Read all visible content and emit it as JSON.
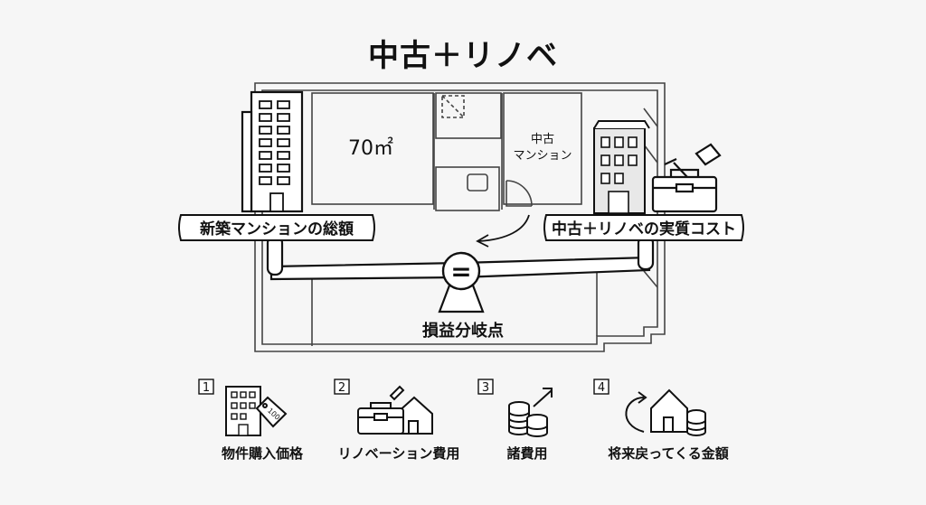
{
  "title": "中古＋リノベ",
  "floorplan": {
    "area": "70㎡",
    "building_label": [
      "中古",
      "マンション"
    ]
  },
  "scale": {
    "left_label": "新築マンションの総額",
    "right_label": "中古＋リノベの実質コスト",
    "pivot_symbol": "=",
    "pivot_label": "損益分岐点"
  },
  "steps": [
    {
      "num": "1",
      "label": "物件購入価格",
      "tag": "100"
    },
    {
      "num": "2",
      "label": "リノベーション費用"
    },
    {
      "num": "3",
      "label": "諸費用"
    },
    {
      "num": "4",
      "label": "将来戻ってくる金額"
    }
  ]
}
